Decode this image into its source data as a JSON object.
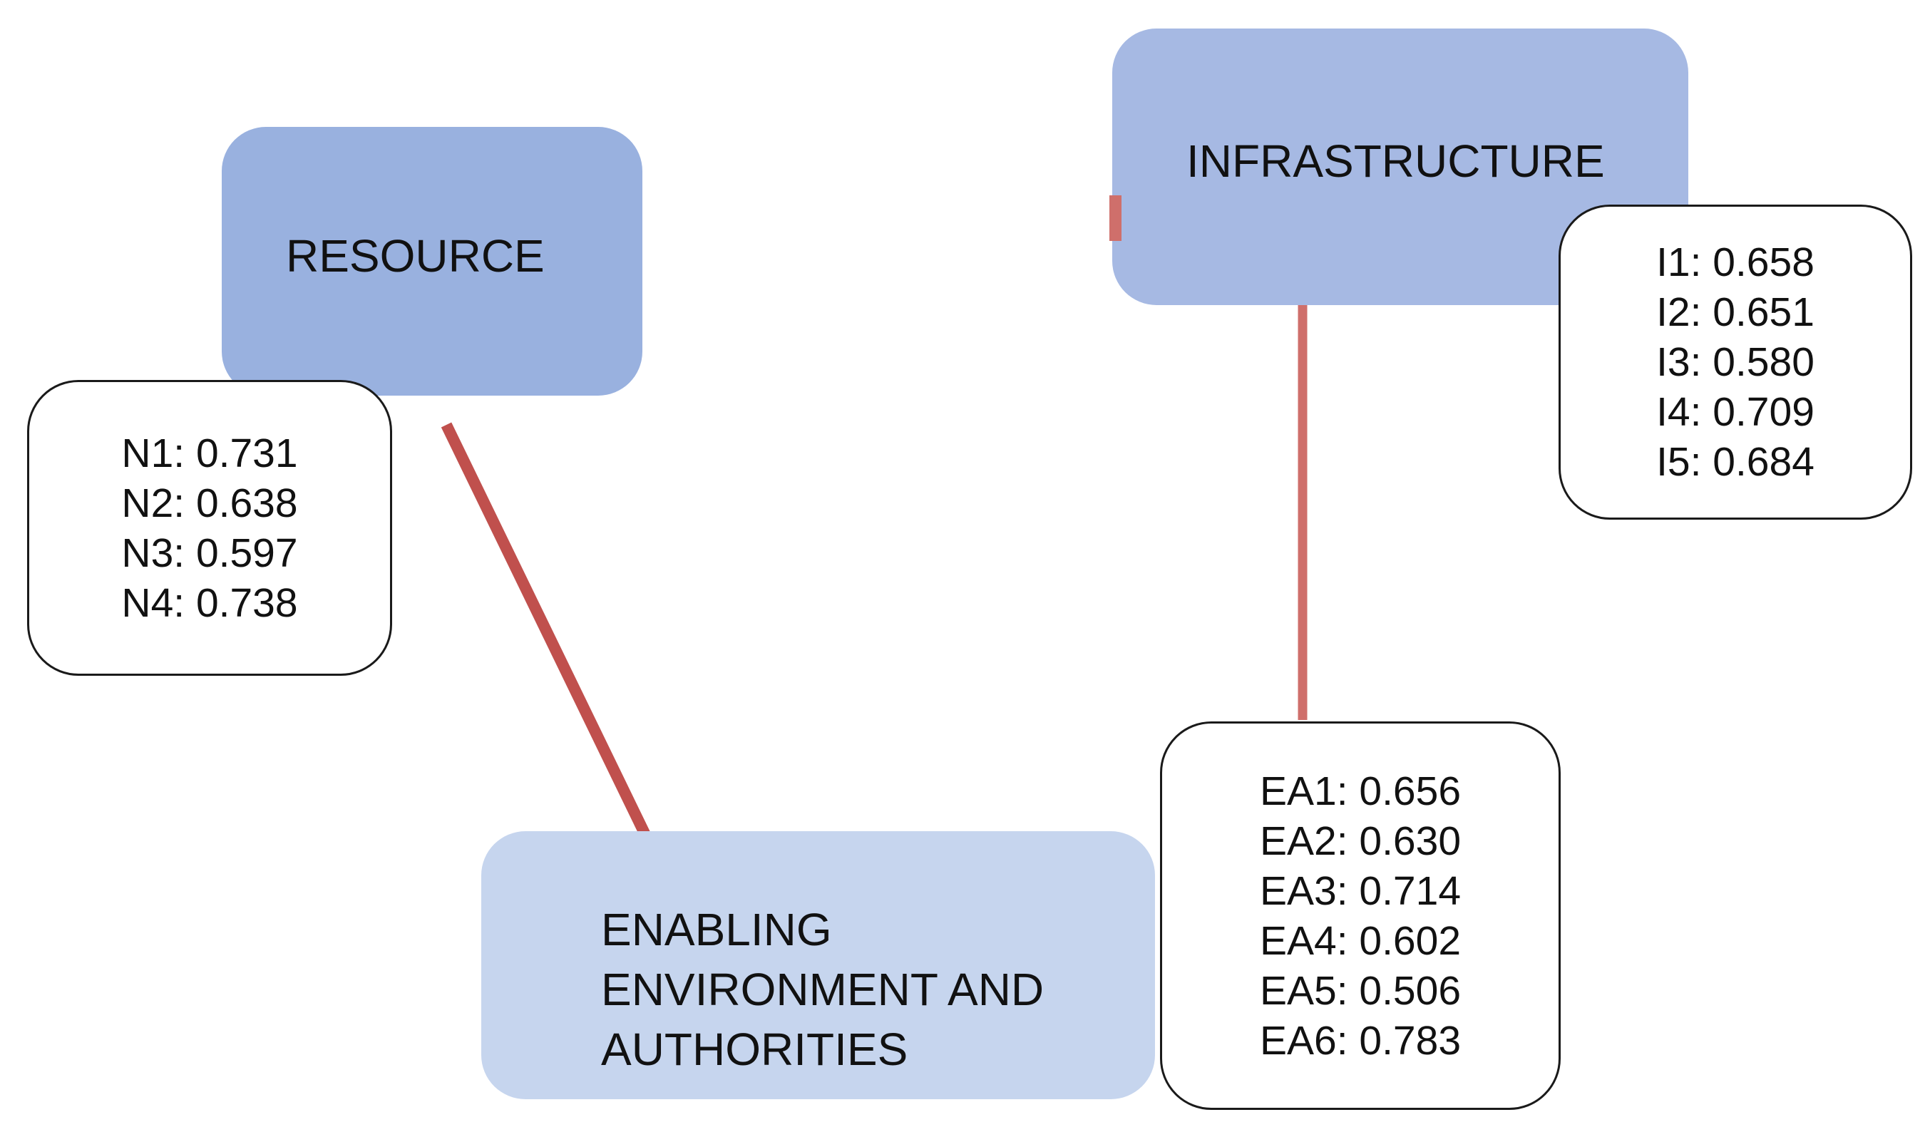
{
  "categories": {
    "resource": {
      "label": "RESOURCE",
      "color": "#99b1df"
    },
    "infrastructure": {
      "label": "INFRASTRUCTURE",
      "color": "#a6b9e3"
    },
    "enabling": {
      "lines": [
        "ENABLING",
        "ENVIRONMENT AND",
        "AUTHORITIES"
      ],
      "color": "#c6d5ee"
    }
  },
  "loadings": {
    "resource": [
      "N1: 0.731",
      "N2: 0.638",
      "N3: 0.597",
      "N4: 0.738"
    ],
    "infrastructure": [
      "I1: 0.658",
      "I2: 0.651",
      "I3: 0.580",
      "I4: 0.709",
      "I5: 0.684"
    ],
    "enabling": [
      "EA1: 0.656",
      "EA2: 0.630",
      "EA3: 0.714",
      "EA4: 0.602",
      "EA5: 0.506",
      "EA6: 0.783"
    ]
  },
  "connector_colors": {
    "diagonal": "#c0504d",
    "vertical": "#cf6f6b"
  }
}
